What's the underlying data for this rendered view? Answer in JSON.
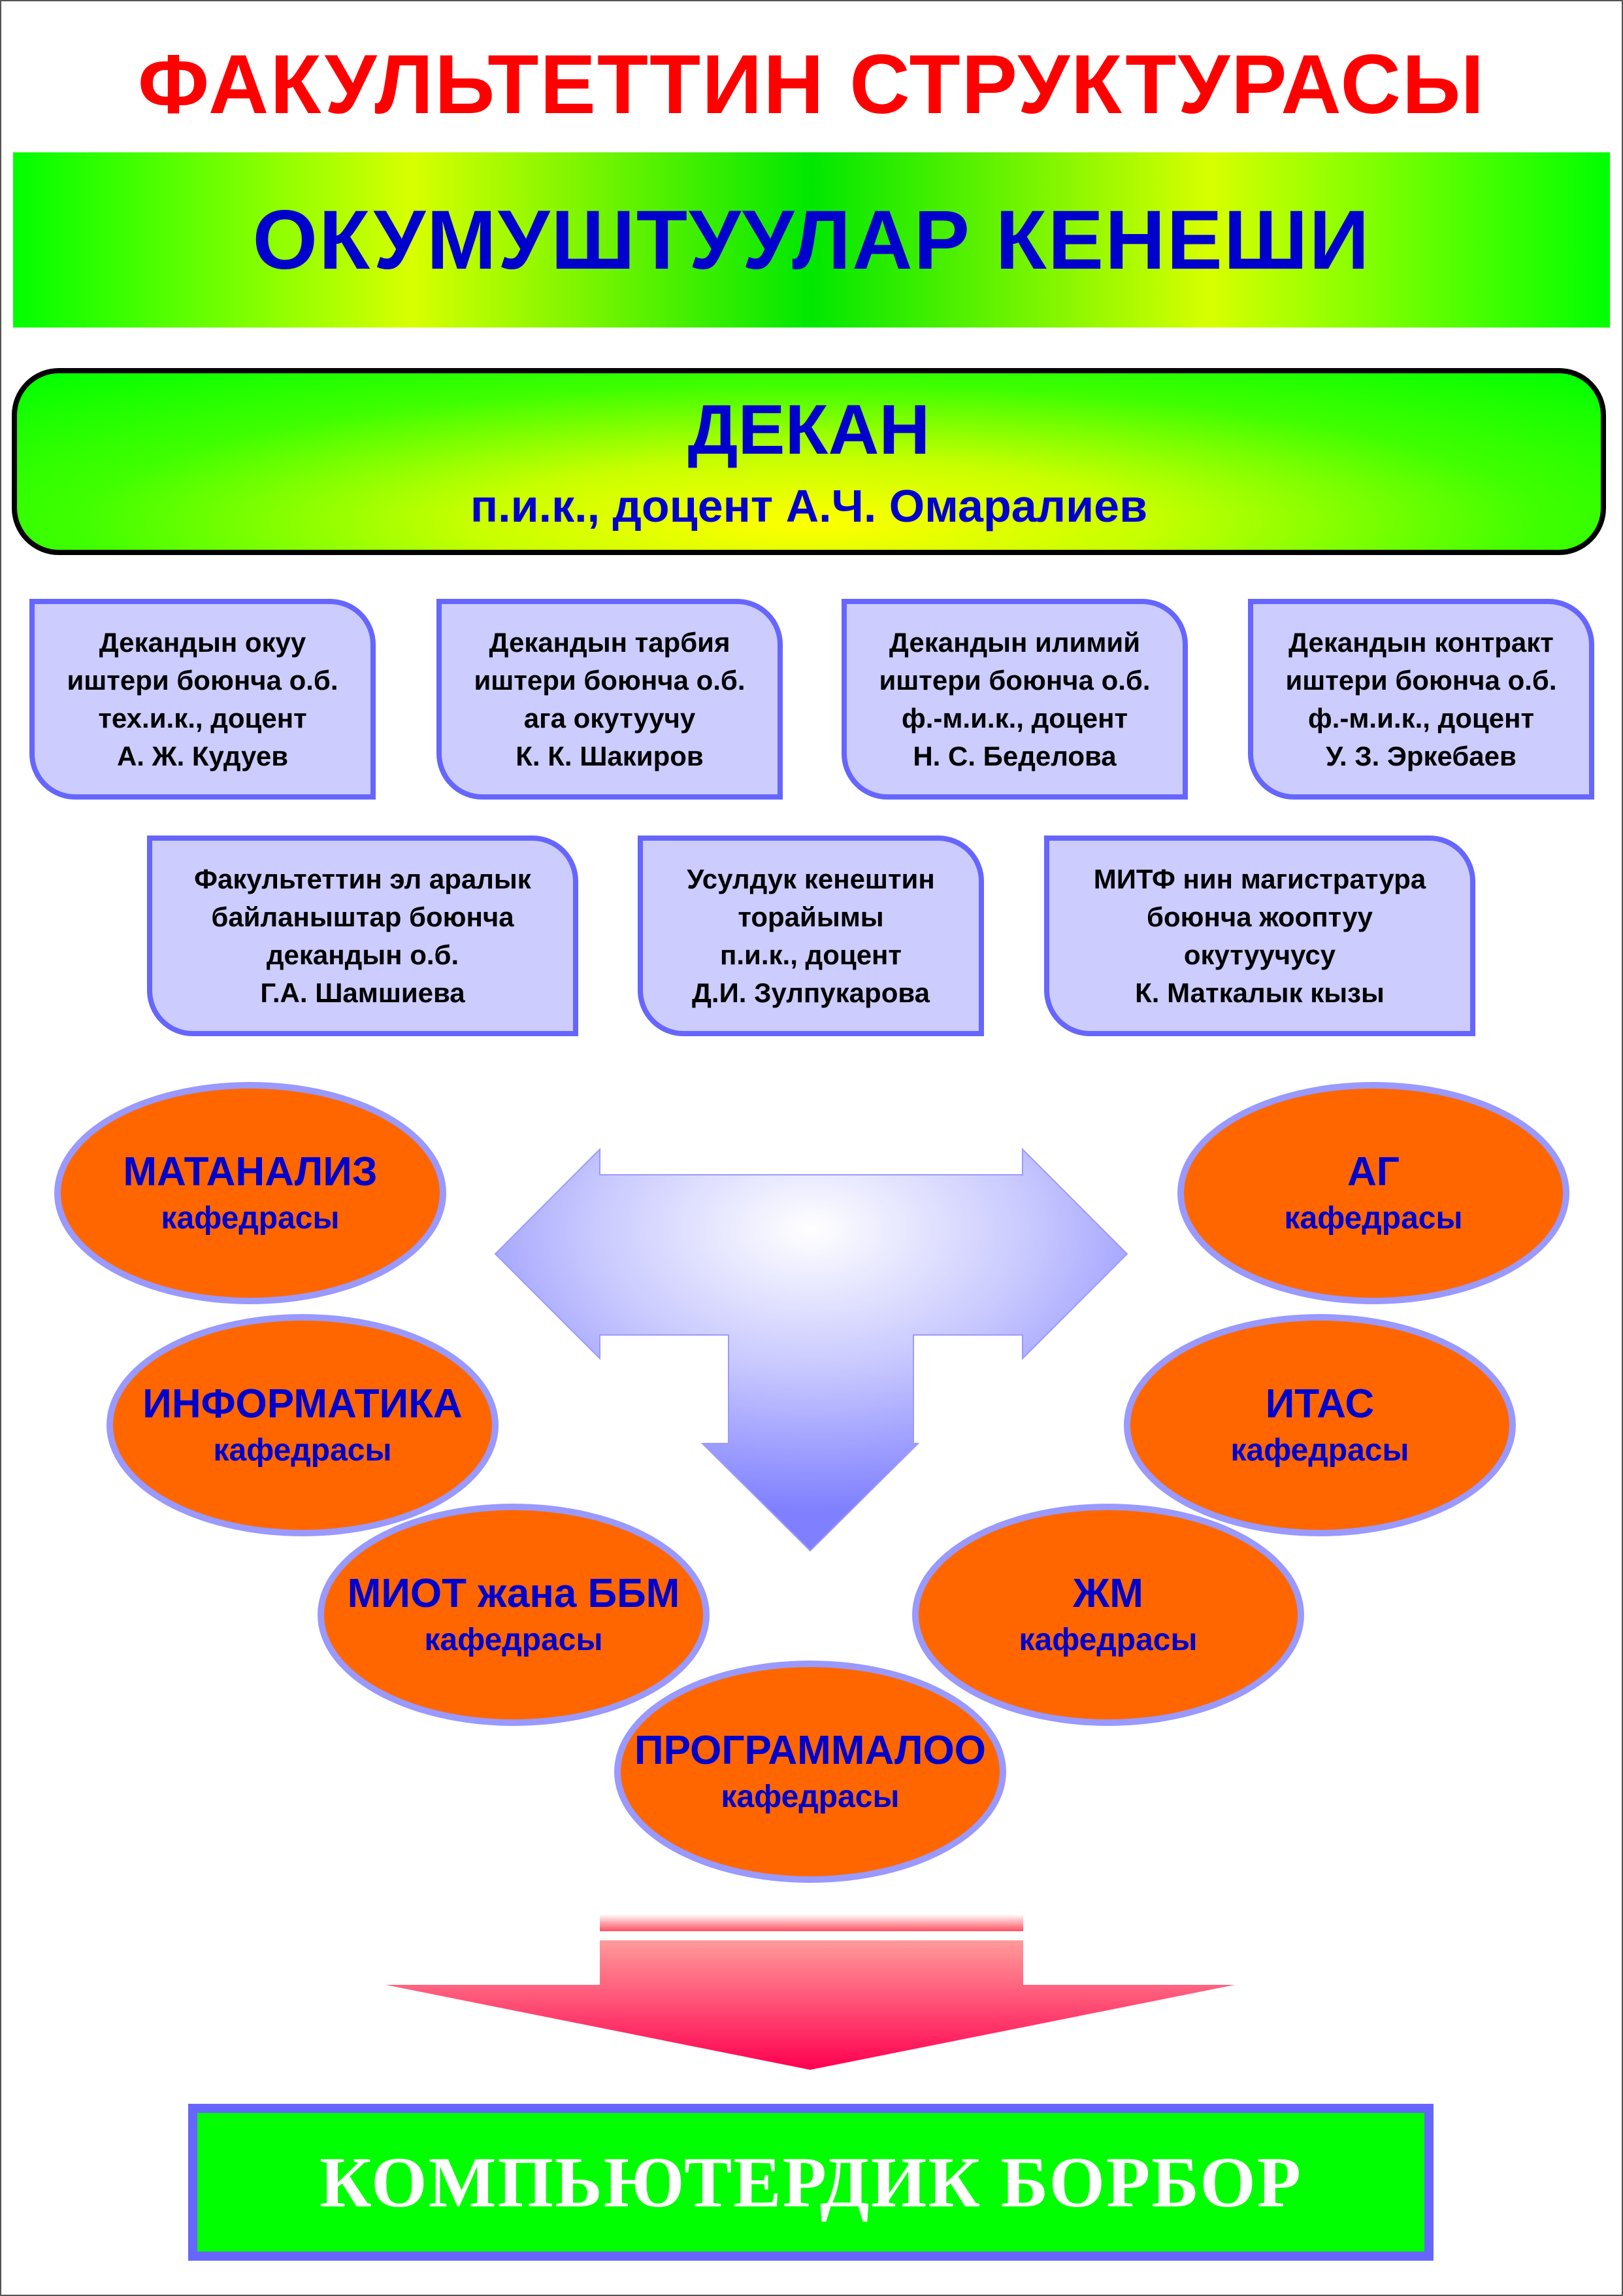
{
  "title": "ФАКУЛЬТЕТТИН СТРУКТУРАСЫ",
  "council": "ОКУМУШТУУЛАР КЕНЕШИ",
  "dean": {
    "title": "ДЕКАН",
    "name": "п.и.к., доцент А.Ч. Омаралиев"
  },
  "deputies": [
    {
      "lines": [
        "Декандын окуу",
        "иштери боюнча о.б.",
        "тех.и.к., доцент",
        "А. Ж. Кудуев"
      ]
    },
    {
      "lines": [
        "Декандын тарбия",
        "иштери боюнча о.б.",
        "ага окутуучу",
        "К. К. Шакиров"
      ]
    },
    {
      "lines": [
        "Декандын илимий",
        "иштери боюнча о.б.",
        "ф.-м.и.к., доцент",
        "Н. С. Беделова"
      ]
    },
    {
      "lines": [
        "Декандын контракт",
        "иштери боюнча о.б.",
        "ф.-м.и.к., доцент",
        "У. З. Эркебаев"
      ]
    },
    {
      "lines": [
        "Факультеттин эл аралык",
        "байланыштар боюнча",
        "декандын о.б.",
        "Г.А. Шамшиева"
      ]
    },
    {
      "lines": [
        "Усулдук кенештин",
        "торайымы",
        "п.и.к., доцент",
        "Д.И. Зулпукарова"
      ]
    },
    {
      "lines": [
        "МИТФ нин магистратура",
        "боюнча жооптуу",
        "окутуучусу",
        "К. Маткалык кызы"
      ]
    }
  ],
  "departments": [
    {
      "name": "МАТАНАЛИЗ",
      "suffix": "кафедрасы"
    },
    {
      "name": "АГ",
      "suffix": "кафедрасы"
    },
    {
      "name": "ИНФОРМАТИКА",
      "suffix": "кафедрасы"
    },
    {
      "name": "ИТАС",
      "suffix": "кафедрасы"
    },
    {
      "name": "МИОТ жана ББМ",
      "suffix": "кафедрасы"
    },
    {
      "name": "ЖМ",
      "suffix": "кафедрасы"
    },
    {
      "name": "ПРОГРАММАЛОО",
      "suffix": "кафедрасы"
    }
  ],
  "computer_center": "КОМПЬЮТЕРДИК БОРБОР",
  "colors": {
    "title": "#ff0000",
    "text_blue": "#0000cc",
    "box_fill": "#ccccff",
    "box_border": "#6666ff",
    "oval_fill": "#ff6600",
    "oval_border": "#9999ff",
    "center_fill": "#00ff00",
    "arrow_red": "#ff0050"
  }
}
